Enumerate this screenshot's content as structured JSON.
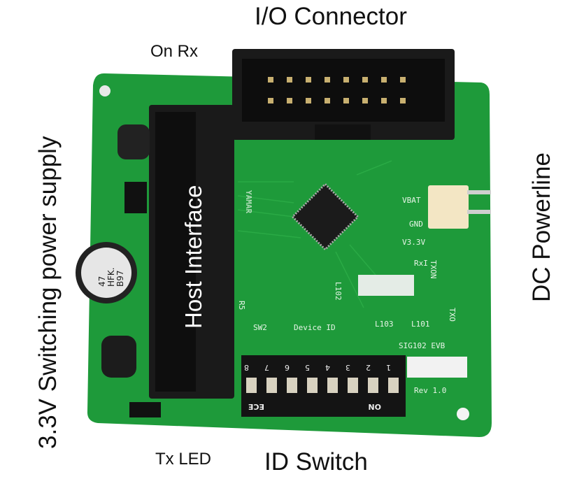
{
  "annotations": {
    "io_connector": "I/O Connector",
    "on_rx": "On Rx",
    "power_supply": "3.3V Switching power supply",
    "host_interface": "Host Interface",
    "dc_powerline": "DC Powerline",
    "tx_led": "Tx LED",
    "id_switch": "ID Switch"
  },
  "board": {
    "logo": "YAMAR",
    "switch_ref": "SW2",
    "switch_label": "Device ID",
    "board_name": "SIG102 EVB",
    "revision": "Rev 1.0",
    "pin_vbat": "VBAT",
    "pin_gnd": "GND",
    "pin_3v3": "V3.3V",
    "rx_led": "RxI",
    "txon": "TXON",
    "txo": "TXO",
    "l102": "L102",
    "l103": "L103",
    "l101": "L101",
    "r5": "R5",
    "switch_numbers": [
      "8",
      "7",
      "6",
      "5",
      "4",
      "3",
      "2",
      "1"
    ],
    "switch_brand": "ECE",
    "switch_on": "ON",
    "capacitor_text": [
      "47",
      "HFK.",
      "B97"
    ],
    "colors": {
      "pcb": "#1e9a3a",
      "pcb_dark": "#137a2c",
      "connector": "#1a1a1a"
    }
  }
}
